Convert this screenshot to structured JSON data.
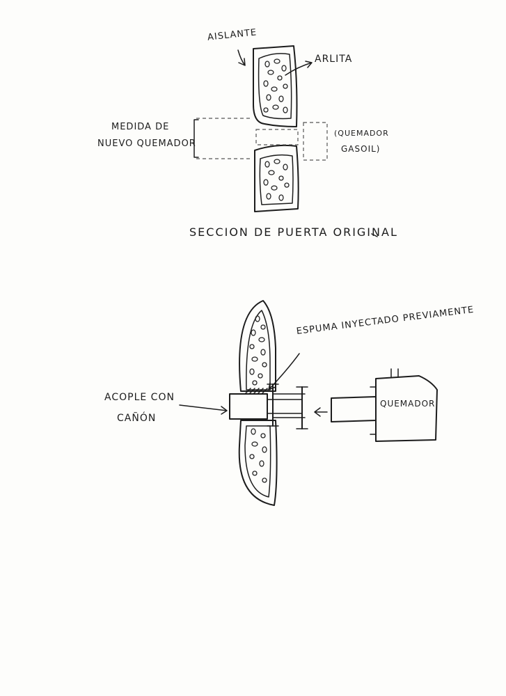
{
  "diagram": {
    "top": {
      "label_aislante": "AISLANTE",
      "label_arlita": "ARLITA",
      "label_medida_line1": "MEDIDA DE",
      "label_medida_line2": "NUEVO QUEMADOR",
      "label_quemador_gasoil_line1": "(QUEMADOR",
      "label_quemador_gasoil_line2": "GASOIL)",
      "caption": "SECCION DE PUERTA ORIGINAL"
    },
    "bottom": {
      "label_espuma": "ESPUMA INYECTADO PREVIAMENTE",
      "label_acople_line1": "ACOPLE CON",
      "label_acople_line2": "CAÑÓN",
      "label_quemador": "QUEMADOR"
    }
  }
}
